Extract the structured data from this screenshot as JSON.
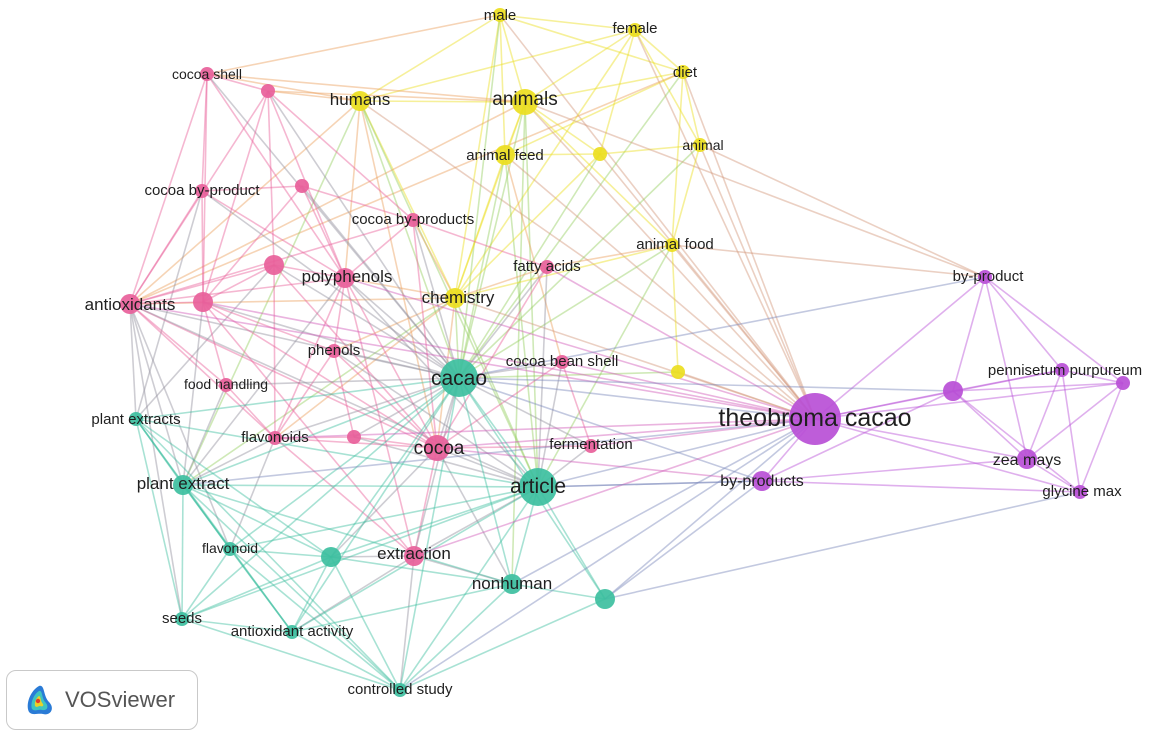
{
  "clusters": {
    "yellow": "#ecde20",
    "pink": "#e8609a",
    "teal": "#3dbf9f",
    "purple": "#b84fd6"
  },
  "nodes": [
    {
      "id": "male",
      "label": "male",
      "cluster": "yellow",
      "weight": 2
    },
    {
      "id": "female",
      "label": "female",
      "cluster": "yellow",
      "weight": 2
    },
    {
      "id": "diet",
      "label": "diet",
      "cluster": "yellow",
      "weight": 2
    },
    {
      "id": "humans",
      "label": "humans",
      "cluster": "yellow",
      "weight": 3
    },
    {
      "id": "animals",
      "label": "animals",
      "cluster": "yellow",
      "weight": 4
    },
    {
      "id": "animal-feed",
      "label": "animal feed",
      "cluster": "yellow",
      "weight": 3
    },
    {
      "id": "animal-yel",
      "label": "",
      "cluster": "yellow",
      "weight": 2
    },
    {
      "id": "animal",
      "label": "animal",
      "cluster": "yellow",
      "weight": 2
    },
    {
      "id": "animal-food",
      "label": "animal food",
      "cluster": "yellow",
      "weight": 2
    },
    {
      "id": "chemistry",
      "label": "chemistry",
      "cluster": "yellow",
      "weight": 3
    },
    {
      "id": "yel-solo",
      "label": "",
      "cluster": "yellow",
      "weight": 2
    },
    {
      "id": "cocoa-shell",
      "label": "cocoa shell",
      "cluster": "pink",
      "weight": 2
    },
    {
      "id": "pink-a",
      "label": "",
      "cluster": "pink",
      "weight": 2
    },
    {
      "id": "cocoa-by-product",
      "label": "cocoa by-product",
      "cluster": "pink",
      "weight": 2
    },
    {
      "id": "pink-b",
      "label": "",
      "cluster": "pink",
      "weight": 2
    },
    {
      "id": "cocoa-by-products",
      "label": "cocoa by-products",
      "cluster": "pink",
      "weight": 2
    },
    {
      "id": "polyphenols",
      "label": "polyphenols",
      "cluster": "pink",
      "weight": 3
    },
    {
      "id": "pink-c",
      "label": "",
      "cluster": "pink",
      "weight": 3
    },
    {
      "id": "antioxidants",
      "label": "antioxidants",
      "cluster": "pink",
      "weight": 3
    },
    {
      "id": "pink-d",
      "label": "",
      "cluster": "pink",
      "weight": 3
    },
    {
      "id": "fatty-acids",
      "label": "fatty acids",
      "cluster": "pink",
      "weight": 2
    },
    {
      "id": "phenols",
      "label": "phenols",
      "cluster": "pink",
      "weight": 2
    },
    {
      "id": "food-handling",
      "label": "food handling",
      "cluster": "pink",
      "weight": 2
    },
    {
      "id": "cocoa-bean-shell",
      "label": "cocoa bean shell",
      "cluster": "pink",
      "weight": 2
    },
    {
      "id": "flavonoids",
      "label": "flavonoids",
      "cluster": "pink",
      "weight": 2
    },
    {
      "id": "pink-e",
      "label": "",
      "cluster": "pink",
      "weight": 2
    },
    {
      "id": "cocoa",
      "label": "cocoa",
      "cluster": "pink",
      "weight": 4
    },
    {
      "id": "fermentation",
      "label": "fermentation",
      "cluster": "pink",
      "weight": 2
    },
    {
      "id": "extraction",
      "label": "extraction",
      "cluster": "pink",
      "weight": 3
    },
    {
      "id": "cacao",
      "label": "cacao",
      "cluster": "teal",
      "weight": 5
    },
    {
      "id": "plant-extracts",
      "label": "plant extracts",
      "cluster": "teal",
      "weight": 2
    },
    {
      "id": "plant-extract",
      "label": "plant extract",
      "cluster": "teal",
      "weight": 3
    },
    {
      "id": "article",
      "label": "article",
      "cluster": "teal",
      "weight": 5
    },
    {
      "id": "flavonoid",
      "label": "flavonoid",
      "cluster": "teal",
      "weight": 2
    },
    {
      "id": "teal-a",
      "label": "",
      "cluster": "teal",
      "weight": 3
    },
    {
      "id": "nonhuman",
      "label": "nonhuman",
      "cluster": "teal",
      "weight": 3
    },
    {
      "id": "teal-b",
      "label": "",
      "cluster": "teal",
      "weight": 3
    },
    {
      "id": "seeds",
      "label": "seeds",
      "cluster": "teal",
      "weight": 2
    },
    {
      "id": "antioxidant-activity",
      "label": "antioxidant activity",
      "cluster": "teal",
      "weight": 2
    },
    {
      "id": "controlled-study",
      "label": "controlled study",
      "cluster": "teal",
      "weight": 2
    },
    {
      "id": "by-product",
      "label": "by-product",
      "cluster": "purple",
      "weight": 2
    },
    {
      "id": "pennisetum-purpureum",
      "label": "pennisetum purpureum",
      "cluster": "purple",
      "weight": 2
    },
    {
      "id": "purple-a",
      "label": "",
      "cluster": "purple",
      "weight": 3
    },
    {
      "id": "purple-b",
      "label": "",
      "cluster": "purple",
      "weight": 2
    },
    {
      "id": "theobroma-cacao",
      "label": "theobroma cacao",
      "cluster": "purple",
      "weight": 6
    },
    {
      "id": "zea-mays",
      "label": "zea mays",
      "cluster": "purple",
      "weight": 3
    },
    {
      "id": "by-products",
      "label": "by-products",
      "cluster": "purple",
      "weight": 3
    },
    {
      "id": "glycine-max",
      "label": "glycine max",
      "cluster": "purple",
      "weight": 2
    }
  ],
  "links": [
    [
      "male",
      "female"
    ],
    [
      "male",
      "humans"
    ],
    [
      "male",
      "animals"
    ],
    [
      "male",
      "diet"
    ],
    [
      "male",
      "animal-feed"
    ],
    [
      "male",
      "chemistry"
    ],
    [
      "male",
      "cacao"
    ],
    [
      "male",
      "cocoa-shell"
    ],
    [
      "male",
      "theobroma-cacao"
    ],
    [
      "female",
      "animals"
    ],
    [
      "female",
      "diet"
    ],
    [
      "female",
      "humans"
    ],
    [
      "female",
      "animal-yel"
    ],
    [
      "female",
      "animal"
    ],
    [
      "female",
      "theobroma-cacao"
    ],
    [
      "female",
      "chemistry"
    ],
    [
      "diet",
      "animals"
    ],
    [
      "diet",
      "animal-feed"
    ],
    [
      "diet",
      "animal"
    ],
    [
      "diet",
      "animal-food"
    ],
    [
      "diet",
      "theobroma-cacao"
    ],
    [
      "diet",
      "cacao"
    ],
    [
      "diet",
      "antioxidants"
    ],
    [
      "humans",
      "animals"
    ],
    [
      "humans",
      "cacao"
    ],
    [
      "humans",
      "chemistry"
    ],
    [
      "humans",
      "antioxidants"
    ],
    [
      "humans",
      "cocoa-shell"
    ],
    [
      "humans",
      "polyphenols"
    ],
    [
      "humans",
      "plant-extract"
    ],
    [
      "humans",
      "article"
    ],
    [
      "humans",
      "theobroma-cacao"
    ],
    [
      "humans",
      "cocoa"
    ],
    [
      "animals",
      "animal-feed"
    ],
    [
      "animals",
      "animal-yel"
    ],
    [
      "animals",
      "chemistry"
    ],
    [
      "animals",
      "cacao"
    ],
    [
      "animals",
      "theobroma-cacao"
    ],
    [
      "animals",
      "article"
    ],
    [
      "animals",
      "animal-food"
    ],
    [
      "animals",
      "antioxidants"
    ],
    [
      "animals",
      "pink-a"
    ],
    [
      "animals",
      "nonhuman"
    ],
    [
      "animal-feed",
      "animal-yel"
    ],
    [
      "animal-feed",
      "chemistry"
    ],
    [
      "animal-feed",
      "theobroma-cacao"
    ],
    [
      "animal-feed",
      "cacao"
    ],
    [
      "animal-feed",
      "article"
    ],
    [
      "animal-feed",
      "cocoa-bean-shell"
    ],
    [
      "animal-yel",
      "animal"
    ],
    [
      "animal-yel",
      "theobroma-cacao"
    ],
    [
      "animal-yel",
      "cacao"
    ],
    [
      "animal-yel",
      "chemistry"
    ],
    [
      "animal",
      "animal-food"
    ],
    [
      "animal",
      "theobroma-cacao"
    ],
    [
      "animal",
      "by-product"
    ],
    [
      "animal",
      "cacao"
    ],
    [
      "animal-food",
      "theobroma-cacao"
    ],
    [
      "animal-food",
      "chemistry"
    ],
    [
      "animal-food",
      "fatty-acids"
    ],
    [
      "animal-food",
      "by-product"
    ],
    [
      "animal-food",
      "cacao"
    ],
    [
      "animal-food",
      "article"
    ],
    [
      "chemistry",
      "cacao"
    ],
    [
      "chemistry",
      "polyphenols"
    ],
    [
      "chemistry",
      "cocoa"
    ],
    [
      "chemistry",
      "article"
    ],
    [
      "chemistry",
      "antioxidants"
    ],
    [
      "chemistry",
      "phenols"
    ],
    [
      "chemistry",
      "plant-extract"
    ],
    [
      "chemistry",
      "theobroma-cacao"
    ],
    [
      "chemistry",
      "flavonoids"
    ],
    [
      "yel-solo",
      "theobroma-cacao"
    ],
    [
      "yel-solo",
      "cacao"
    ],
    [
      "yel-solo",
      "animal-food"
    ],
    [
      "cocoa-shell",
      "pink-a"
    ],
    [
      "cocoa-shell",
      "cocoa-by-product"
    ],
    [
      "cocoa-shell",
      "antioxidants"
    ],
    [
      "cocoa-shell",
      "pink-d"
    ],
    [
      "cocoa-shell",
      "polyphenols"
    ],
    [
      "cocoa-shell",
      "cacao"
    ],
    [
      "cocoa-shell",
      "animals"
    ],
    [
      "pink-a",
      "cocoa-by-products"
    ],
    [
      "pink-a",
      "polyphenols"
    ],
    [
      "pink-a",
      "pink-c"
    ],
    [
      "pink-a",
      "antioxidants"
    ],
    [
      "pink-a",
      "humans"
    ],
    [
      "pink-a",
      "cacao"
    ],
    [
      "pink-a",
      "pink-d"
    ],
    [
      "cocoa-by-product",
      "antioxidants"
    ],
    [
      "cocoa-by-product",
      "pink-d"
    ],
    [
      "cocoa-by-product",
      "polyphenols"
    ],
    [
      "cocoa-by-product",
      "cacao"
    ],
    [
      "cocoa-by-product",
      "pink-b"
    ],
    [
      "cocoa-by-product",
      "plant-extracts"
    ],
    [
      "pink-b",
      "polyphenols"
    ],
    [
      "pink-b",
      "cocoa-by-products"
    ],
    [
      "pink-b",
      "pink-d"
    ],
    [
      "pink-b",
      "cacao"
    ],
    [
      "cocoa-by-products",
      "polyphenols"
    ],
    [
      "cocoa-by-products",
      "cacao"
    ],
    [
      "cocoa-by-products",
      "antioxidants"
    ],
    [
      "cocoa-by-products",
      "fatty-acids"
    ],
    [
      "cocoa-by-products",
      "cocoa"
    ],
    [
      "cocoa-by-products",
      "chemistry"
    ],
    [
      "polyphenols",
      "pink-c"
    ],
    [
      "polyphenols",
      "antioxidants"
    ],
    [
      "polyphenols",
      "cacao"
    ],
    [
      "polyphenols",
      "cocoa"
    ],
    [
      "polyphenols",
      "phenols"
    ],
    [
      "polyphenols",
      "flavonoids"
    ],
    [
      "polyphenols",
      "extraction"
    ],
    [
      "polyphenols",
      "plant-extract"
    ],
    [
      "polyphenols",
      "theobroma-cacao"
    ],
    [
      "polyphenols",
      "article"
    ],
    [
      "pink-c",
      "pink-d"
    ],
    [
      "pink-c",
      "antioxidants"
    ],
    [
      "pink-c",
      "cacao"
    ],
    [
      "pink-c",
      "cocoa"
    ],
    [
      "pink-c",
      "plant-extracts"
    ],
    [
      "pink-c",
      "flavonoids"
    ],
    [
      "antioxidants",
      "pink-d"
    ],
    [
      "antioxidants",
      "plant-extracts"
    ],
    [
      "antioxidants",
      "plant-extract"
    ],
    [
      "antioxidants",
      "cacao"
    ],
    [
      "antioxidants",
      "flavonoids"
    ],
    [
      "antioxidants",
      "food-handling"
    ],
    [
      "antioxidants",
      "seeds"
    ],
    [
      "antioxidants",
      "flavonoid"
    ],
    [
      "antioxidants",
      "cocoa"
    ],
    [
      "antioxidants",
      "article"
    ],
    [
      "pink-d",
      "cacao"
    ],
    [
      "pink-d",
      "plant-extract"
    ],
    [
      "pink-d",
      "phenols"
    ],
    [
      "pink-d",
      "food-handling"
    ],
    [
      "pink-d",
      "cocoa"
    ],
    [
      "pink-d",
      "theobroma-cacao"
    ],
    [
      "pink-d",
      "extraction"
    ],
    [
      "fatty-acids",
      "cacao"
    ],
    [
      "fatty-acids",
      "theobroma-cacao"
    ],
    [
      "fatty-acids",
      "cocoa"
    ],
    [
      "fatty-acids",
      "article"
    ],
    [
      "fatty-acids",
      "chemistry"
    ],
    [
      "phenols",
      "cacao"
    ],
    [
      "phenols",
      "flavonoids"
    ],
    [
      "phenols",
      "cocoa"
    ],
    [
      "phenols",
      "article"
    ],
    [
      "phenols",
      "pink-e"
    ],
    [
      "food-handling",
      "cacao"
    ],
    [
      "food-handling",
      "flavonoids"
    ],
    [
      "food-handling",
      "plant-extract"
    ],
    [
      "cocoa-bean-shell",
      "cacao"
    ],
    [
      "cocoa-bean-shell",
      "theobroma-cacao"
    ],
    [
      "cocoa-bean-shell",
      "article"
    ],
    [
      "cocoa-bean-shell",
      "cocoa"
    ],
    [
      "cocoa-bean-shell",
      "fermentation"
    ],
    [
      "flavonoids",
      "pink-e"
    ],
    [
      "flavonoids",
      "cocoa"
    ],
    [
      "flavonoids",
      "plant-extract"
    ],
    [
      "flavonoids",
      "cacao"
    ],
    [
      "flavonoids",
      "flavonoid"
    ],
    [
      "flavonoids",
      "extraction"
    ],
    [
      "pink-e",
      "cocoa"
    ],
    [
      "pink-e",
      "cacao"
    ],
    [
      "pink-e",
      "article"
    ],
    [
      "cocoa",
      "cacao"
    ],
    [
      "cocoa",
      "article"
    ],
    [
      "cocoa",
      "extraction"
    ],
    [
      "cocoa",
      "theobroma-cacao"
    ],
    [
      "cocoa",
      "fermentation"
    ],
    [
      "cocoa",
      "nonhuman"
    ],
    [
      "cocoa",
      "teal-a"
    ],
    [
      "fermentation",
      "theobroma-cacao"
    ],
    [
      "fermentation",
      "article"
    ],
    [
      "fermentation",
      "cacao"
    ],
    [
      "extraction",
      "article"
    ],
    [
      "extraction",
      "cacao"
    ],
    [
      "extraction",
      "nonhuman"
    ],
    [
      "extraction",
      "controlled-study"
    ],
    [
      "extraction",
      "teal-a"
    ],
    [
      "extraction",
      "antioxidant-activity"
    ],
    [
      "cacao",
      "article"
    ],
    [
      "cacao",
      "plant-extract"
    ],
    [
      "cacao",
      "plant-extracts"
    ],
    [
      "cacao",
      "theobroma-cacao"
    ],
    [
      "cacao",
      "nonhuman"
    ],
    [
      "cacao",
      "teal-a"
    ],
    [
      "cacao",
      "teal-b"
    ],
    [
      "cacao",
      "flavonoid"
    ],
    [
      "cacao",
      "seeds"
    ],
    [
      "cacao",
      "antioxidant-activity"
    ],
    [
      "cacao",
      "controlled-study"
    ],
    [
      "cacao",
      "by-products"
    ],
    [
      "plant-extracts",
      "plant-extract"
    ],
    [
      "plant-extracts",
      "flavonoid"
    ],
    [
      "plant-extracts",
      "seeds"
    ],
    [
      "plant-extracts",
      "article"
    ],
    [
      "plant-extracts",
      "teal-a"
    ],
    [
      "plant-extracts",
      "antioxidant-activity"
    ],
    [
      "plant-extracts",
      "controlled-study"
    ],
    [
      "plant-extract",
      "article"
    ],
    [
      "plant-extract",
      "flavonoid"
    ],
    [
      "plant-extract",
      "seeds"
    ],
    [
      "plant-extract",
      "teal-a"
    ],
    [
      "plant-extract",
      "antioxidant-activity"
    ],
    [
      "plant-extract",
      "controlled-study"
    ],
    [
      "plant-extract",
      "nonhuman"
    ],
    [
      "article",
      "nonhuman"
    ],
    [
      "article",
      "teal-a"
    ],
    [
      "article",
      "teal-b"
    ],
    [
      "article",
      "controlled-study"
    ],
    [
      "article",
      "antioxidant-activity"
    ],
    [
      "article",
      "theobroma-cacao"
    ],
    [
      "article",
      "by-products"
    ],
    [
      "article",
      "seeds"
    ],
    [
      "article",
      "flavonoid"
    ],
    [
      "flavonoid",
      "seeds"
    ],
    [
      "flavonoid",
      "antioxidant-activity"
    ],
    [
      "flavonoid",
      "controlled-study"
    ],
    [
      "flavonoid",
      "teal-a"
    ],
    [
      "teal-a",
      "nonhuman"
    ],
    [
      "teal-a",
      "controlled-study"
    ],
    [
      "teal-a",
      "antioxidant-activity"
    ],
    [
      "teal-a",
      "seeds"
    ],
    [
      "nonhuman",
      "controlled-study"
    ],
    [
      "nonhuman",
      "teal-b"
    ],
    [
      "nonhuman",
      "antioxidant-activity"
    ],
    [
      "nonhuman",
      "theobroma-cacao"
    ],
    [
      "teal-b",
      "controlled-study"
    ],
    [
      "teal-b",
      "theobroma-cacao"
    ],
    [
      "teal-b",
      "by-products"
    ],
    [
      "teal-b",
      "glycine-max"
    ],
    [
      "seeds",
      "antioxidant-activity"
    ],
    [
      "seeds",
      "controlled-study"
    ],
    [
      "antioxidant-activity",
      "controlled-study"
    ],
    [
      "controlled-study",
      "theobroma-cacao"
    ],
    [
      "by-product",
      "theobroma-cacao"
    ],
    [
      "by-product",
      "purple-a"
    ],
    [
      "by-product",
      "pennisetum-purpureum"
    ],
    [
      "by-product",
      "zea-mays"
    ],
    [
      "by-product",
      "purple-b"
    ],
    [
      "by-product",
      "cacao"
    ],
    [
      "by-product",
      "animals"
    ],
    [
      "theobroma-cacao",
      "purple-a"
    ],
    [
      "theobroma-cacao",
      "pennisetum-purpureum"
    ],
    [
      "theobroma-cacao",
      "zea-mays"
    ],
    [
      "theobroma-cacao",
      "by-products"
    ],
    [
      "theobroma-cacao",
      "glycine-max"
    ],
    [
      "theobroma-cacao",
      "purple-b"
    ],
    [
      "theobroma-cacao",
      "plant-extract"
    ],
    [
      "theobroma-cacao",
      "antioxidants"
    ],
    [
      "theobroma-cacao",
      "extraction"
    ],
    [
      "theobroma-cacao",
      "flavonoids"
    ],
    [
      "purple-a",
      "pennisetum-purpureum"
    ],
    [
      "purple-a",
      "zea-mays"
    ],
    [
      "purple-a",
      "purple-b"
    ],
    [
      "purple-a",
      "glycine-max"
    ],
    [
      "purple-a",
      "by-products"
    ],
    [
      "purple-a",
      "cacao"
    ],
    [
      "pennisetum-purpureum",
      "purple-b"
    ],
    [
      "pennisetum-purpureum",
      "zea-mays"
    ],
    [
      "pennisetum-purpureum",
      "glycine-max"
    ],
    [
      "purple-b",
      "zea-mays"
    ],
    [
      "purple-b",
      "glycine-max"
    ],
    [
      "zea-mays",
      "glycine-max"
    ],
    [
      "zea-mays",
      "by-products"
    ],
    [
      "by-products",
      "glycine-max"
    ],
    [
      "by-products",
      "article"
    ],
    [
      "by-products",
      "cocoa"
    ]
  ],
  "logo": {
    "text": "VOSviewer"
  }
}
